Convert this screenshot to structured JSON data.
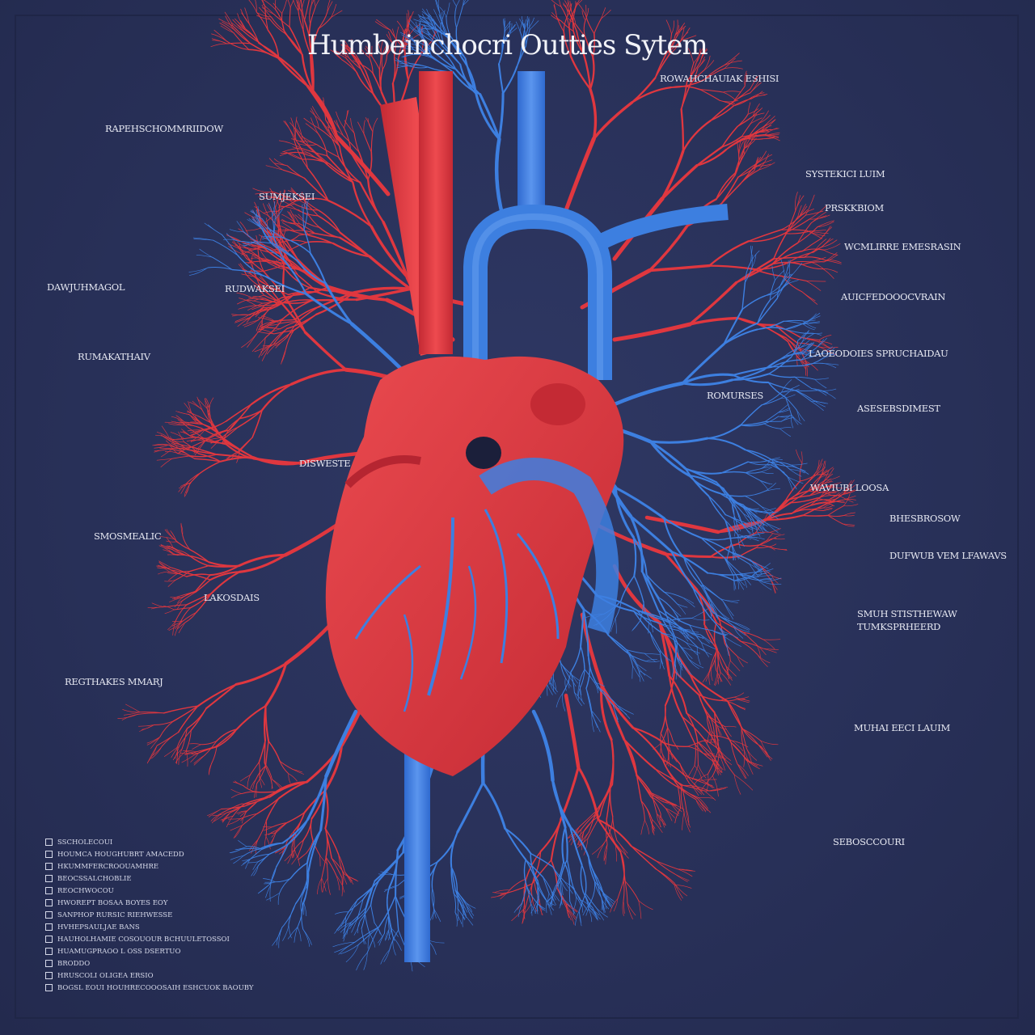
{
  "title": "Humbeinchocri Outties Sytem",
  "labels": [
    {
      "id": "a1",
      "text": "RAPEHSCHOMMRIIDOW"
    },
    {
      "id": "a2",
      "text": "SUMJEKSEI"
    },
    {
      "id": "a3",
      "text": "DAWJUHMAGOL"
    },
    {
      "id": "a4",
      "text": "RUDWAKSEI"
    },
    {
      "id": "a5",
      "text": "RUMAKATHAIV"
    },
    {
      "id": "a6",
      "text": "DISWESTE"
    },
    {
      "id": "a7",
      "text": "SMOSMEALIC"
    },
    {
      "id": "a8",
      "text": "LAKOSDAIS"
    },
    {
      "id": "a9",
      "text": "REGTHAKES MMARJ"
    },
    {
      "id": "b1",
      "text": "ROWAHCHAUIAK ESHISI"
    },
    {
      "id": "b2",
      "text": "SYSTEKICI LUIM"
    },
    {
      "id": "b3",
      "text": "PRSKKBIOM"
    },
    {
      "id": "b4",
      "text": "WCMLIRRE EMESRASIN"
    },
    {
      "id": "b5",
      "text": "AUICFEDOOOCVRAIN"
    },
    {
      "id": "b6",
      "text": "LAOEODOIES SPRUCHAIDAU"
    },
    {
      "id": "b7",
      "text": "ROMURSES"
    },
    {
      "id": "b8",
      "text": "ASESEBSDIMEST"
    },
    {
      "id": "b9",
      "text": "WAVIUBI LOOSA"
    },
    {
      "id": "b10",
      "text": "BHESBROSOW"
    },
    {
      "id": "b11",
      "text": "DUFWUB VEM LFAWAVS"
    },
    {
      "id": "b12",
      "text": "SMUH STISTHEWAW"
    },
    {
      "id": "b13",
      "text": "TUMKSPRHEERD"
    },
    {
      "id": "b14",
      "text": "MUHAI EECI LAUIM"
    },
    {
      "id": "b15",
      "text": "SEBOSCCOURI"
    }
  ],
  "legend": [
    "SSCHOLECOUI",
    "HOUMCA HOUGHUBRT AMACEDD",
    "HKUMMFERCROOUAMHRE",
    "BEOCSSALCHOBLIE",
    "REOCHWOCOU",
    "HWOREPT BOSAA BOYES EOY",
    "SANPHOP RURSIC RIEHWESSE",
    "HVHEPSAULJAE BANS",
    "HAUHOLHAMIE COSOUOUR BCHUULETOSSOI",
    "HUAMUGPRAOO L OSS DSERTUO",
    "BRODDO",
    "HRUSCOLI OLIGEA ERSIO",
    "BOGSL EOUI HOUHRECOOOSAIH ESHCUOK BAOUBY"
  ],
  "colors": {
    "background": "#2a3259",
    "artery": "#e0373f",
    "vein": "#3d7fe0",
    "heart": "#d9363d",
    "text": "#e6e8f2"
  },
  "icons": [
    "heart-illustration",
    "artery-branch-icon",
    "vein-branch-icon"
  ]
}
